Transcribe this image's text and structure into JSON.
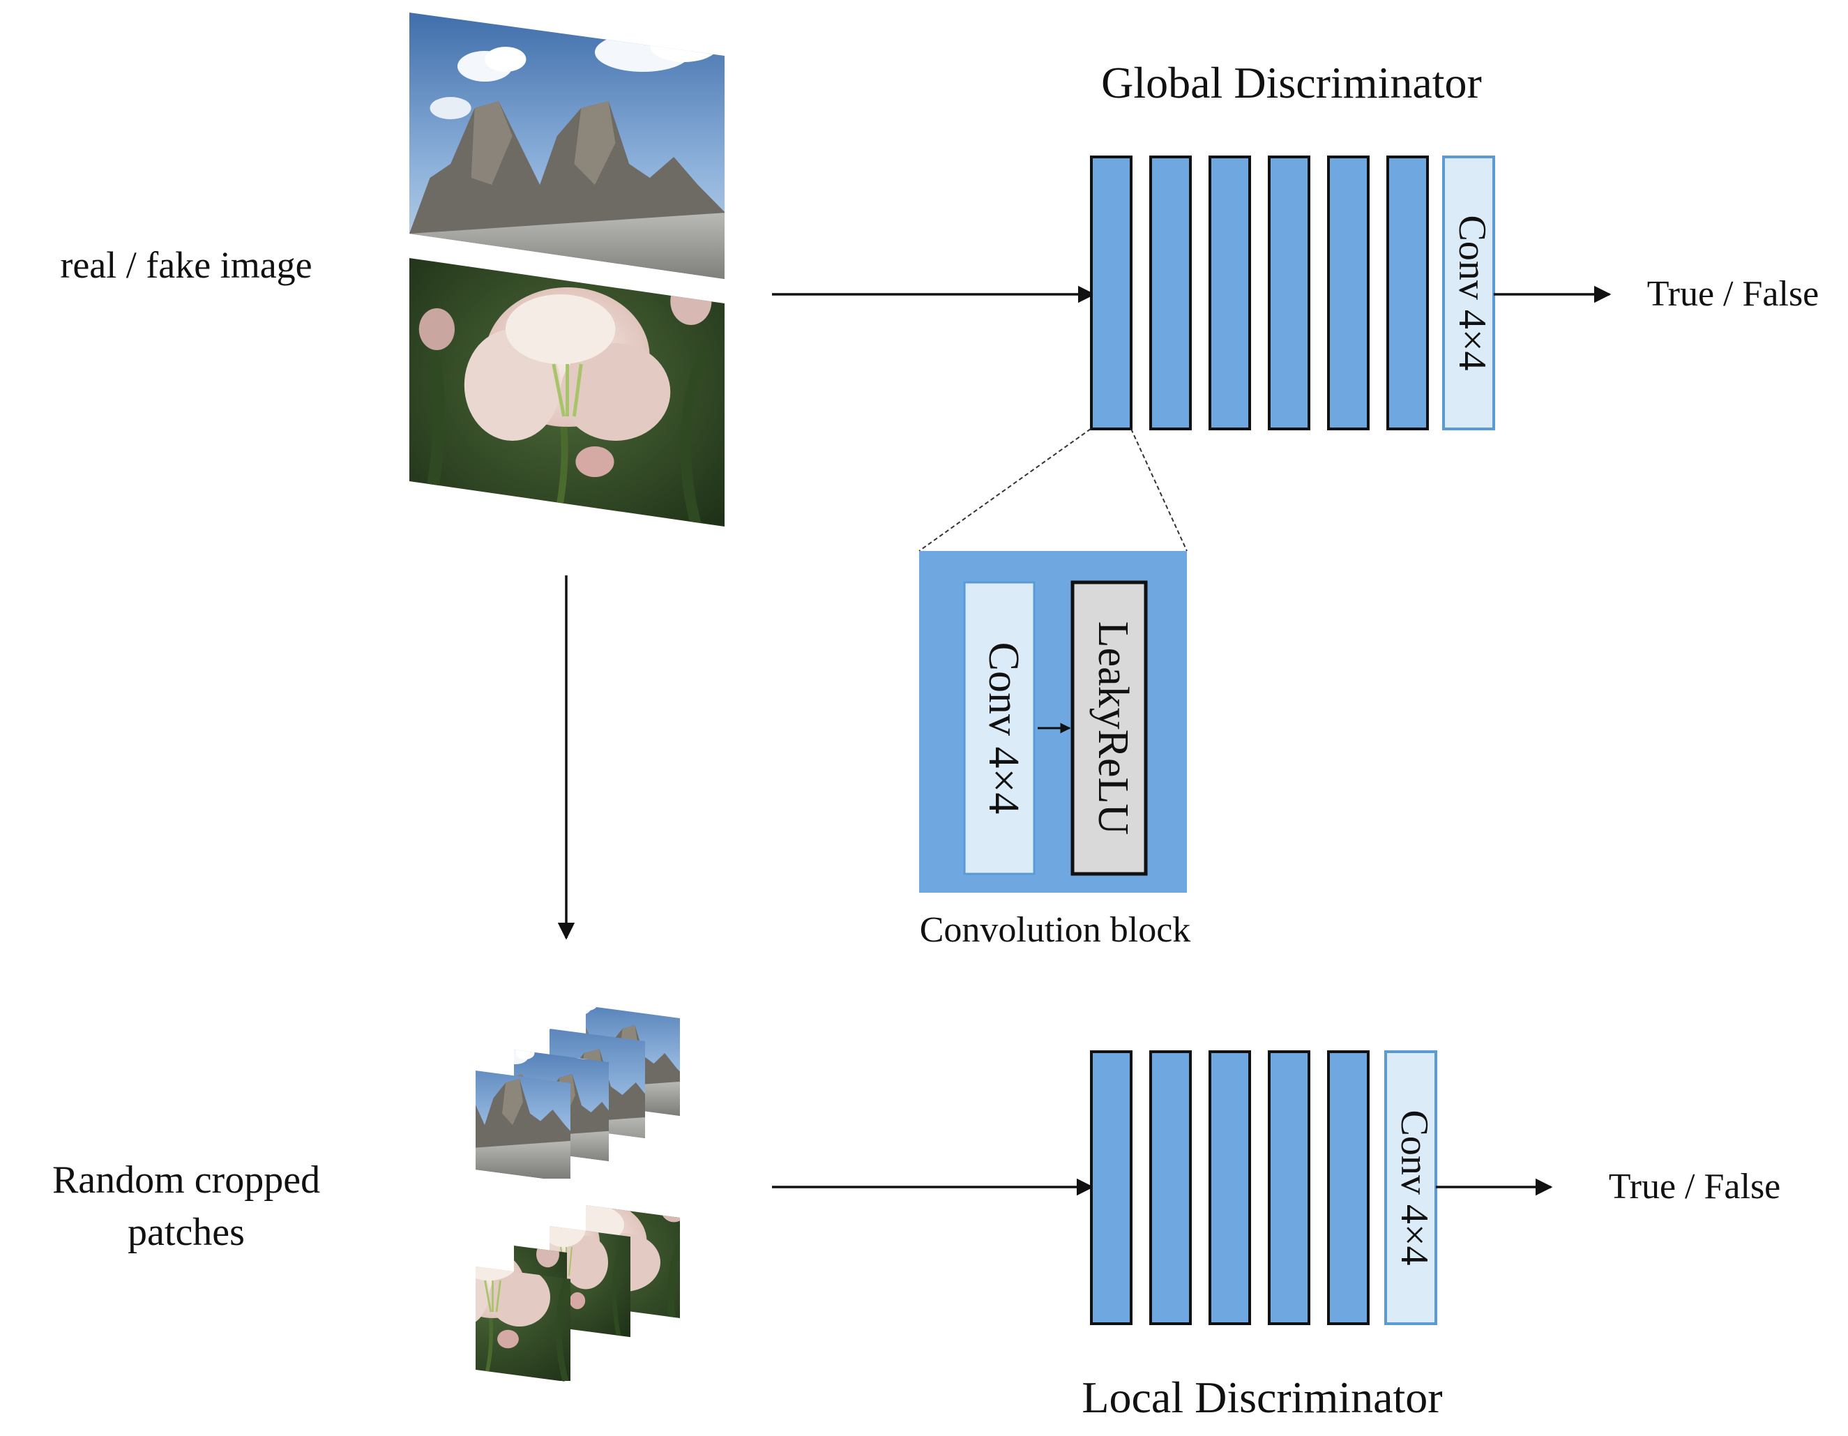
{
  "labels": {
    "input_image": "real / fake image",
    "global_title": "Global Discriminator",
    "local_title": "Local Discriminator",
    "global_output": "True / False",
    "local_output": "True / False",
    "patches_line1": "Random cropped",
    "patches_line2": "patches",
    "conv_block_caption": "Convolution block",
    "conv_label": "Conv 4×4",
    "block_conv_label": "Conv 4×4",
    "leaky_label": "LeakyReLU",
    "global_final_conv": "Conv 4×4",
    "local_final_conv": "Conv 4×4"
  },
  "architecture": {
    "global_conv_blocks": 6,
    "local_conv_blocks": 5
  },
  "colors": {
    "block_fill": "#6fa8e0",
    "final_conv_fill": "#dcebf8",
    "final_conv_border": "#5b9bd5",
    "detail_bg": "#6fa8e0",
    "leaky_fill": "#d9d9d9"
  }
}
